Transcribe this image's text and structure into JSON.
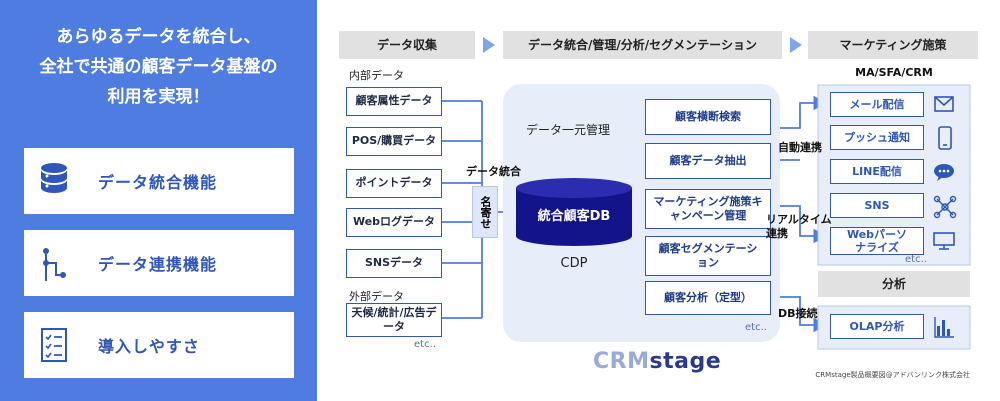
{
  "left_panel": {
    "headline_lines": [
      "あらゆるデータを統合し、",
      "全社で共通の顧客データ基盤の",
      "利用を実現！"
    ],
    "features": [
      {
        "label": "データ統合機能",
        "icon": "database-icon"
      },
      {
        "label": "データ連携機能",
        "icon": "connection-icon"
      },
      {
        "label": "導入しやすさ",
        "icon": "checklist-icon"
      }
    ]
  },
  "diagram": {
    "stage_headers": [
      "データ収集",
      "データ統合/管理/分析/セグメンテーション",
      "マーケティング施策"
    ],
    "internal_label": "内部データ",
    "internal_sources": [
      "顧客属性データ",
      "POS/購買データ",
      "ポイントデータ",
      "Webログデータ",
      "SNSデータ"
    ],
    "external_label": "外部データ",
    "external_sources": [
      "天候/統計/広告データ"
    ],
    "sources_etc": "etc..",
    "integration_label": "データ統合",
    "nayose_label": "名寄せ",
    "cdp_area_title": "データ一元管理",
    "db_label": "統合顧客DB",
    "cdp_label": "CDP",
    "functions": [
      "顧客横断検索",
      "顧客データ抽出",
      "マーケティング施策キャンペーン管理",
      "顧客セグメンテーション",
      "顧客分析（定型）"
    ],
    "functions_etc": "etc..",
    "connection_labels": {
      "auto": "自動連携",
      "realtime": "リアルタイム連携",
      "db": "DB接続"
    },
    "mktg_group_label": "MA/SFA/CRM",
    "channels": [
      {
        "label": "メール配信",
        "icon": "mail-icon"
      },
      {
        "label": "プッシュ通知",
        "icon": "smartphone-icon"
      },
      {
        "label": "LINE配信",
        "icon": "chat-bubble-icon"
      },
      {
        "label": "SNS",
        "icon": "network-icon"
      },
      {
        "label": "Webパーソナライズ",
        "icon": "monitor-icon"
      }
    ],
    "channels_etc": "etc..",
    "analysis_header": "分析",
    "analysis_tool": {
      "label": "OLAP分析",
      "icon": "bar-chart-icon"
    },
    "product_logo": {
      "part1": "CRM",
      "part2": "stage"
    },
    "copyright": "CRMstage製品概要図@アドバンリンク株式会社"
  },
  "colors": {
    "primary_blue": "#4f7ce0",
    "dark_blue": "#2f56b8",
    "light_blue_bg": "#e8eef9",
    "db_navy": "#14148a"
  }
}
